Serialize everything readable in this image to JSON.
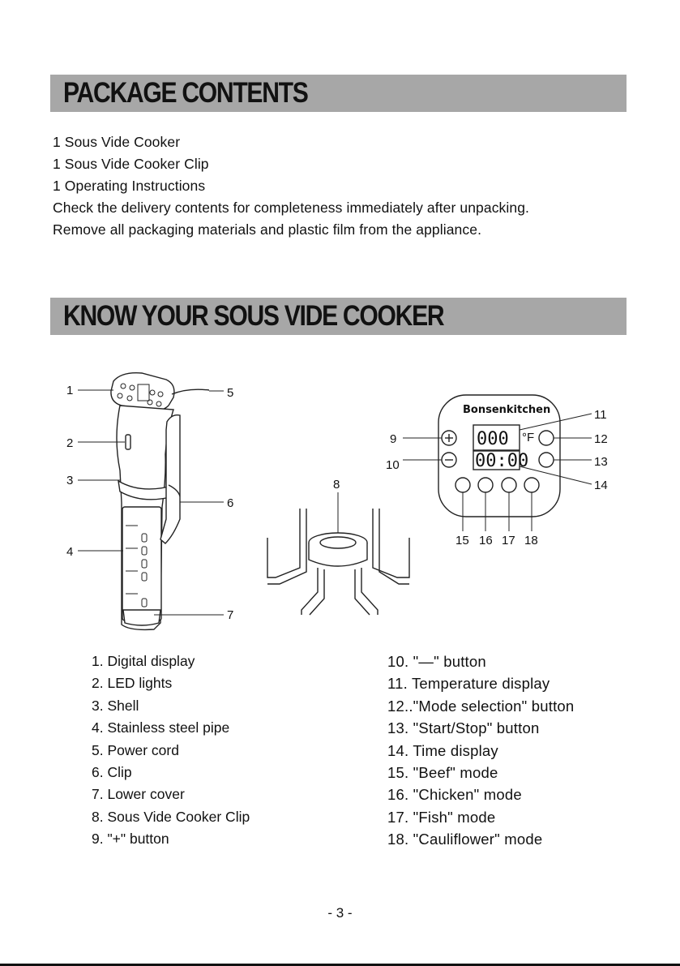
{
  "sections": {
    "package": {
      "title": "PACKAGE CONTENTS"
    },
    "know": {
      "title": "KNOW YOUR SOUS VIDE COOKER"
    }
  },
  "package_contents": [
    "1 Sous Vide Cooker",
    "1 Sous Vide Cooker Clip",
    "1 Operating Instructions",
    "Check the delivery contents for completeness immediately after unpacking.",
    "Remove all packaging materials and plastic film from the appliance."
  ],
  "diagram": {
    "callouts": [
      "1",
      "2",
      "3",
      "4",
      "5",
      "6",
      "7",
      "8",
      "9",
      "10",
      "11",
      "12",
      "13",
      "14",
      "15",
      "16",
      "17",
      "18"
    ],
    "panel": {
      "brand": "Bonsenkitchen",
      "temp_digits": "000",
      "temp_unit": "°F",
      "time_digits": "00:00"
    }
  },
  "parts_left": [
    "1. Digital display",
    "2. LED lights",
    "3. Shell",
    "4. Stainless steel pipe",
    "5. Power cord",
    "6. Clip",
    "7. Lower cover",
    "8. Sous Vide Cooker Clip",
    "9. \"+\" button"
  ],
  "parts_right": [
    "10. \"—\" button",
    "11. Temperature display",
    "12..\"Mode selection\" button",
    "13. \"Start/Stop\" button",
    "14. Time display",
    "15. \"Beef\" mode",
    "16. \"Chicken\" mode",
    "17. \"Fish\" mode",
    "18. \"Cauliflower\" mode"
  ],
  "footer": {
    "page_number": "- 3 -"
  }
}
